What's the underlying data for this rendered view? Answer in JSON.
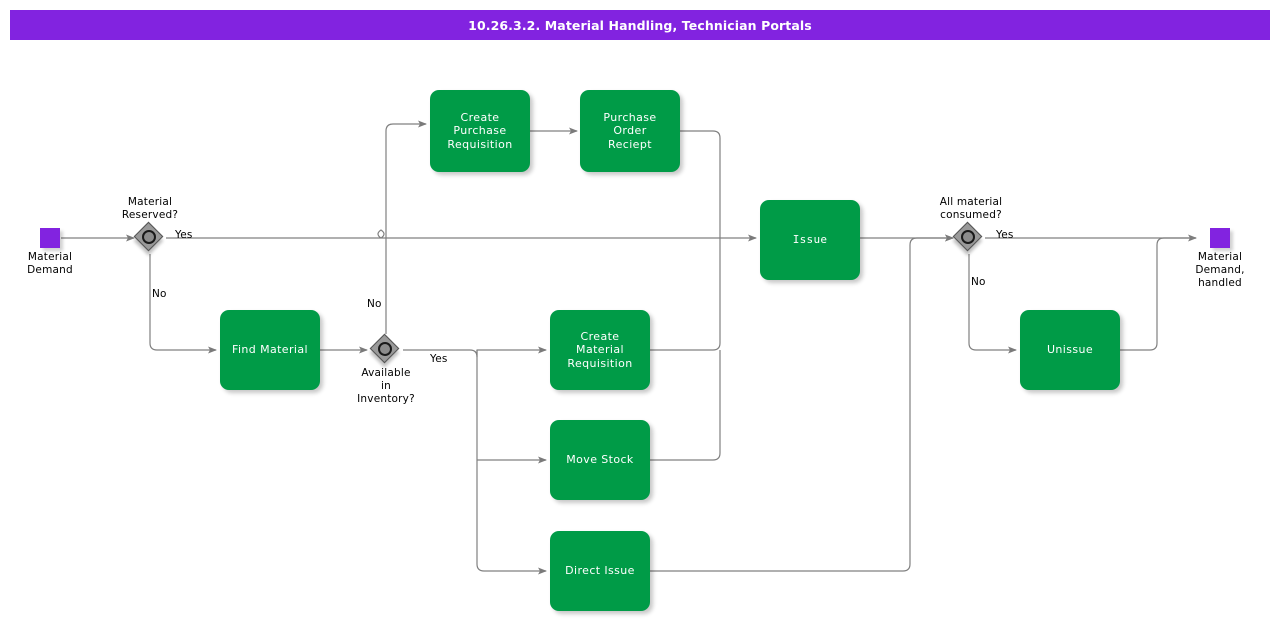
{
  "header": {
    "title": "10.26.3.2. Material Handling, Technician Portals",
    "bar_color": "#8223e0",
    "text_color": "#ffffff"
  },
  "palette": {
    "task_fill": "#009b47",
    "task_text": "#ffffff",
    "event_fill": "#8223e0",
    "gateway_fill": "#9a9a9a",
    "gateway_stroke": "#555555",
    "edge_stroke": "#808080",
    "canvas": "#ffffff"
  },
  "diagram": {
    "type": "bpmn-process-flow",
    "events": [
      {
        "id": "start",
        "name": "Material Demand",
        "label": "Material\nDemand",
        "kind": "start"
      },
      {
        "id": "end",
        "name": "Material Demand, handled",
        "label": "Material\nDemand,\nhandled",
        "kind": "end"
      }
    ],
    "gateways": [
      {
        "id": "gw1",
        "label": "Material\nReserved?",
        "name": "Material Reserved?",
        "outputs": [
          "Yes",
          "No"
        ]
      },
      {
        "id": "gw2",
        "label": "Available\nin\nInventory?",
        "name": "Available in Inventory?",
        "outputs": [
          "Yes",
          "No"
        ]
      },
      {
        "id": "gw3",
        "label": "All material\nconsumed?",
        "name": "All material consumed?",
        "outputs": [
          "Yes",
          "No"
        ]
      }
    ],
    "tasks": [
      {
        "id": "t_cpr",
        "label": "Create Purchase\nRequisition"
      },
      {
        "id": "t_por",
        "label": "Purchase Order\nReciept"
      },
      {
        "id": "t_find",
        "label": "Find Material"
      },
      {
        "id": "t_cmr",
        "label": "Create Material\nRequisition"
      },
      {
        "id": "t_move",
        "label": "Move Stock"
      },
      {
        "id": "t_dir",
        "label": "Direct Issue"
      },
      {
        "id": "t_issue",
        "label": "Issue"
      },
      {
        "id": "t_unis",
        "label": "Unissue"
      }
    ],
    "edge_labels": {
      "gw1_yes": "Yes",
      "gw1_no": "No",
      "gw2_yes": "Yes",
      "gw2_no": "No",
      "gw3_yes": "Yes",
      "gw3_no": "No"
    }
  }
}
